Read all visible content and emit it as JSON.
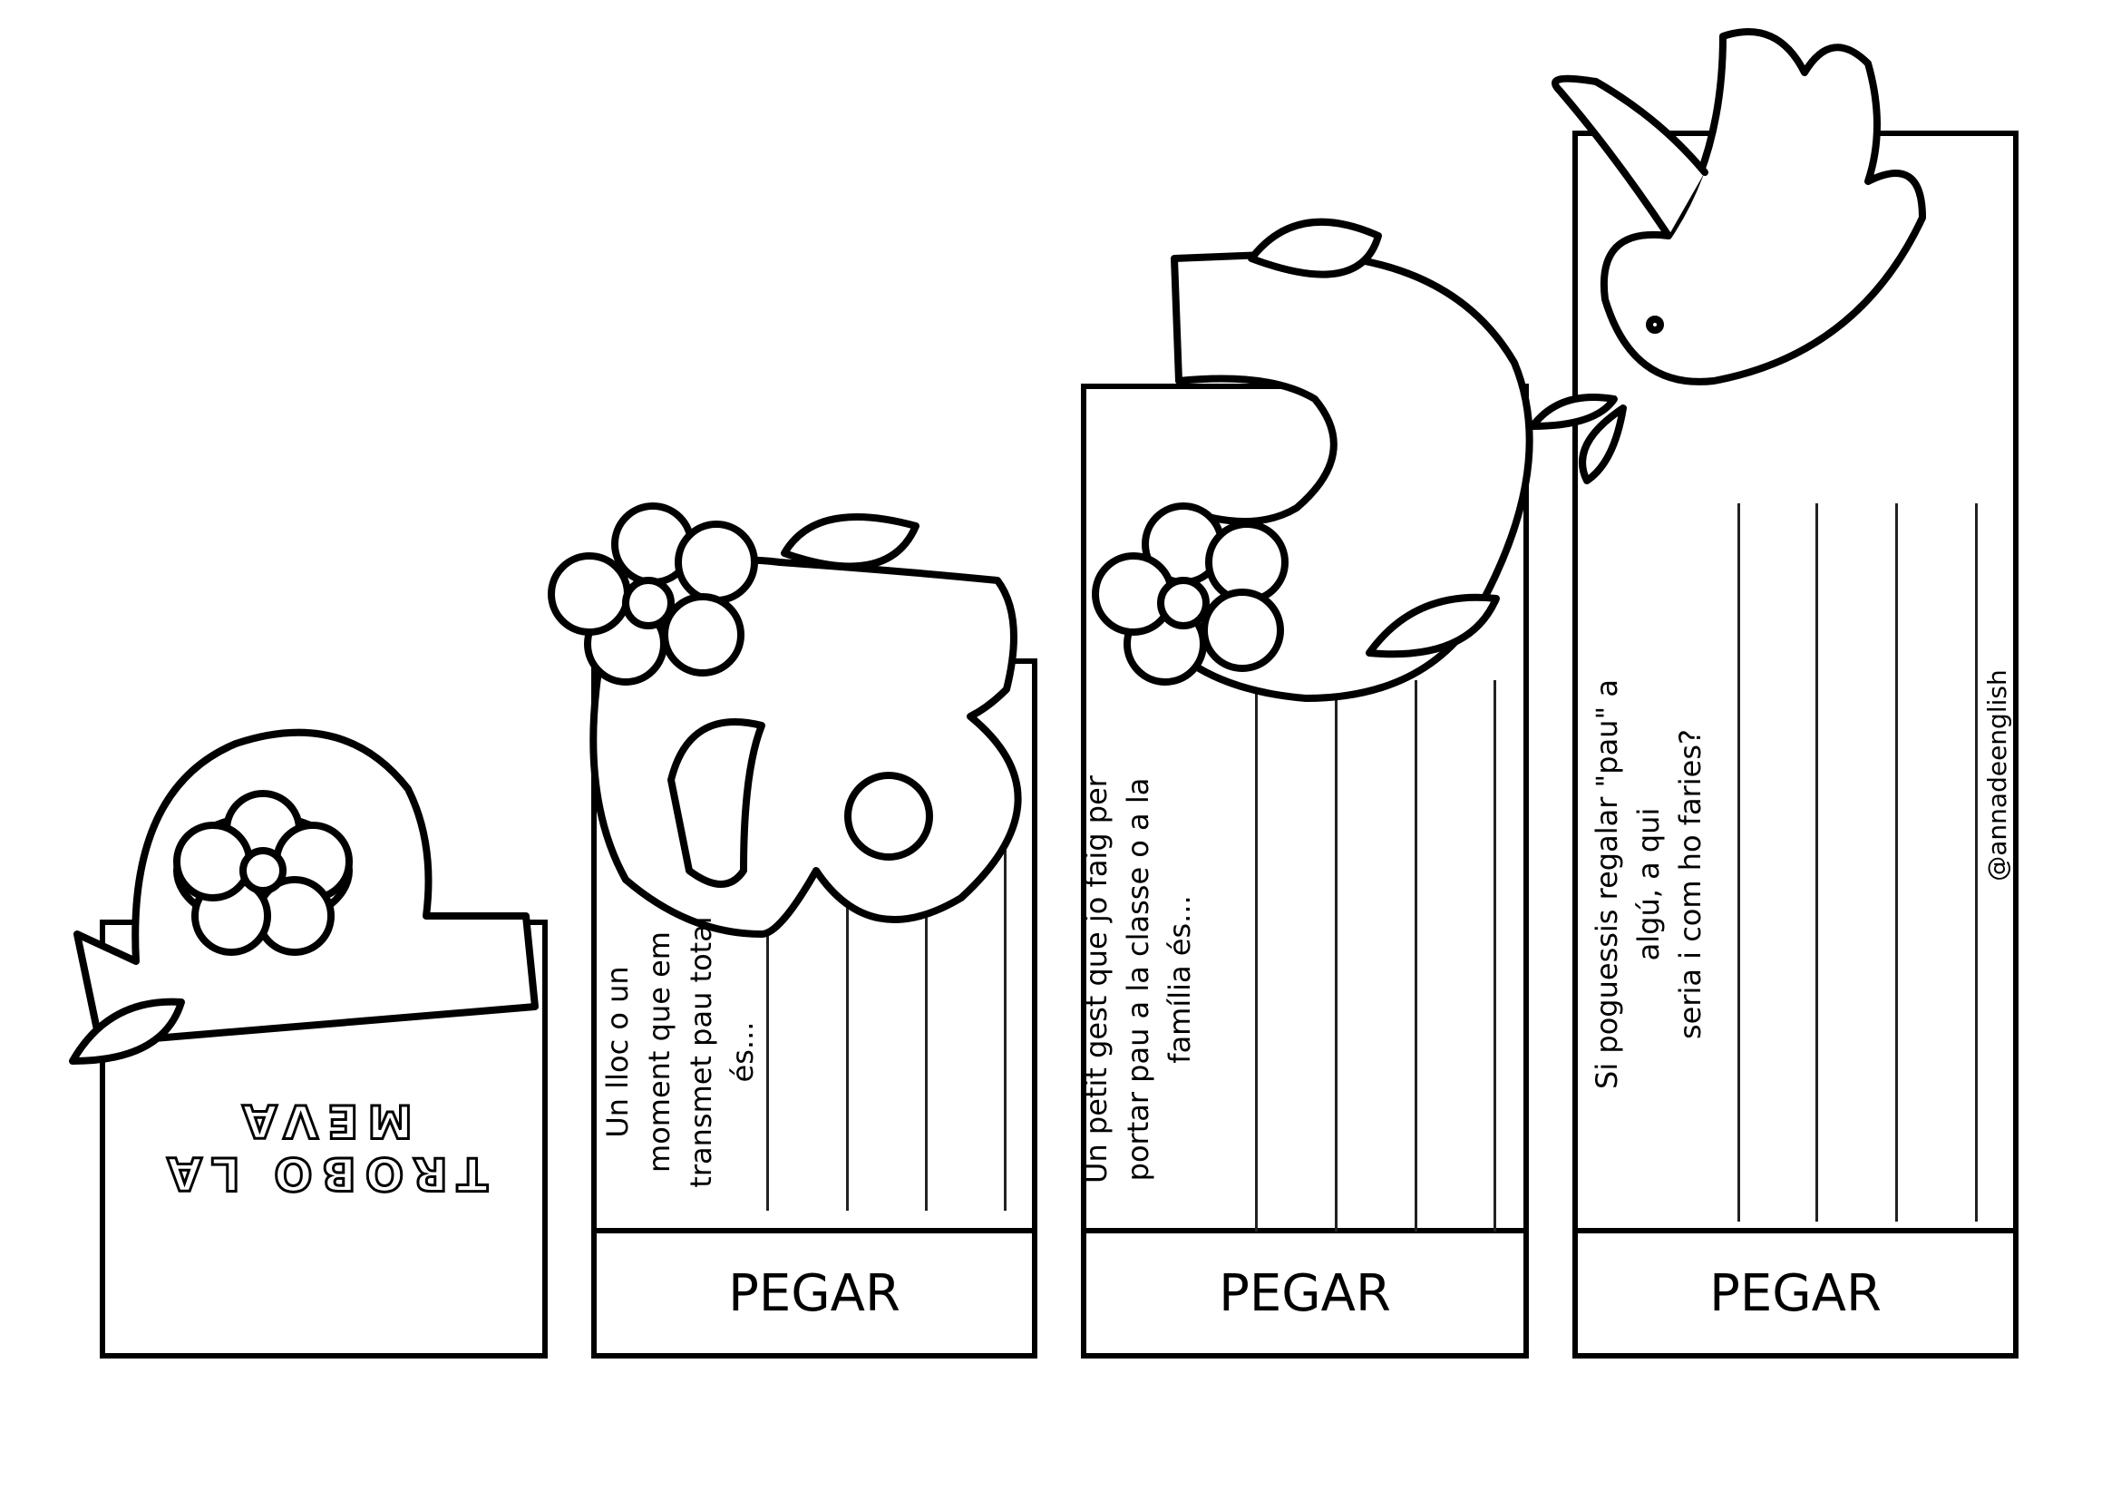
{
  "cards": [
    {
      "title": "TROBO LA\nMEVA"
    },
    {
      "question": "Un lloc o un\nmoment que em\ntransmet pau total\nés...",
      "paste_label": "PEGAR"
    },
    {
      "question": "Un petit gest que jo faig per\nportar pau a la classe o a la\nfamília és...",
      "paste_label": "PEGAR"
    },
    {
      "question": "Si poguessis regalar \"pau\" a algú, a qui\nseria i com ho faries?",
      "paste_label": "PEGAR"
    }
  ],
  "credit": "@annadeenglish"
}
